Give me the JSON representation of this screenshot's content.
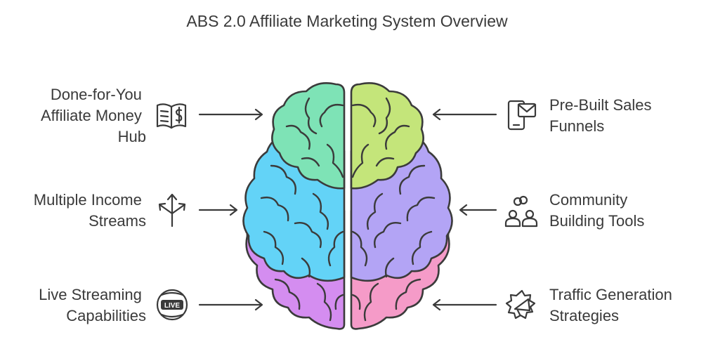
{
  "title": "ABS 2.0 Affiliate Marketing System Overview",
  "left_items": [
    {
      "lines": [
        "Done-for-You",
        "Affiliate Money",
        "Hub"
      ],
      "icon": "money-book-icon",
      "color": "#7ee3b6"
    },
    {
      "lines": [
        "Multiple Income",
        "Streams"
      ],
      "icon": "split-arrows-icon",
      "color": "#63d3f7"
    },
    {
      "lines": [
        "Live Streaming",
        "Capabilities"
      ],
      "icon": "live-globe-icon",
      "color": "#d48df0"
    }
  ],
  "right_items": [
    {
      "lines": [
        "Pre-Built Sales",
        "Funnels"
      ],
      "icon": "phone-mail-icon",
      "color": "#c4e57a"
    },
    {
      "lines": [
        "Community",
        "Building Tools"
      ],
      "icon": "community-icon",
      "color": "#b3a4f5"
    },
    {
      "lines": [
        "Traffic Generation",
        "Strategies"
      ],
      "icon": "megaphone-icon",
      "color": "#f59bc8"
    }
  ]
}
